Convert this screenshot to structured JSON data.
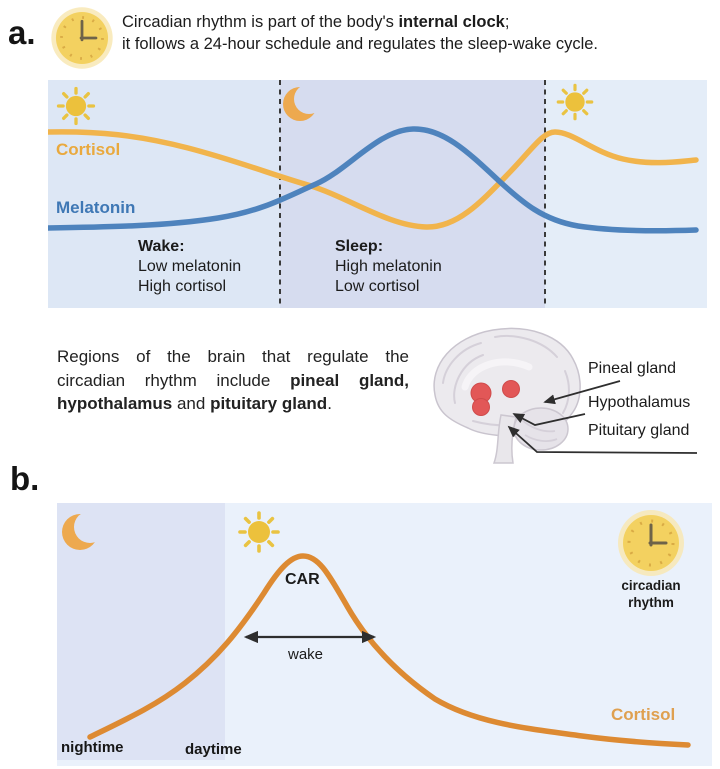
{
  "panel_a": {
    "label": "a.",
    "caption": {
      "line1_pre": "Circadian rhythm is part of the body's ",
      "line1_bold": "internal clock",
      "line1_post": ";",
      "line2": "it follows a 24-hour schedule and regulates the sleep-wake cycle."
    },
    "chart": {
      "cortisol_label": "Cortisol",
      "melatonin_label": "Melatonin",
      "wake_block": {
        "title": "Wake:",
        "line1": "Low melatonin",
        "line2": "High cortisol"
      },
      "sleep_block": {
        "title": "Sleep:",
        "line1": "High melatonin",
        "line2": "Low cortisol"
      }
    },
    "regions_text": {
      "pre": "Regions of the brain that regulate the circadian rhythm include ",
      "bold1": "pineal gland, hypothalamus",
      "mid": " and ",
      "bold2": "pituitary gland",
      "post": "."
    },
    "brain_labels": [
      "Pineal gland",
      "Hypothalamus",
      "Pituitary gland"
    ]
  },
  "panel_b": {
    "label": "b.",
    "car_label": "CAR",
    "wake_arrow_label": "wake",
    "night_label": "nightime",
    "day_label": "daytime",
    "cortisol_label": "Cortisol",
    "clock_caption": {
      "line1": "circadian",
      "line2": "rhythm"
    }
  },
  "icons": [
    "clock-icon",
    "sun-icon",
    "moon-icon"
  ],
  "colors": {
    "wake_bg_left": "#dde7f5",
    "sleep_bg": "#d6dcef",
    "wake_bg_right": "#e4edf8",
    "panel_b_bg": "#eaf1fb",
    "panel_b_night_bg": "#dde3f4",
    "cortisol_curve_a": "#f1b44c",
    "melatonin_curve": "#4e83bd",
    "cortisol_curve_b": "#dd8a32",
    "cortisol_text": "#e9a93e",
    "melatonin_text": "#3f78b5",
    "sun_yellow": "#ecc13c",
    "moon_orange": "#eda94f",
    "clock_face": "#f3d160",
    "gland_red": "#e25757",
    "dashed_line": "#3a3a3a"
  },
  "chart_data": [
    {
      "type": "line",
      "title": "Hormone levels across the sleep-wake cycle (schematic, no numeric axes)",
      "x_regions": [
        "Wake (day)",
        "Sleep (night)",
        "Wake (day)"
      ],
      "series": [
        {
          "name": "Cortisol",
          "color": "#f1b44c",
          "values_relative": [
            0.95,
            0.94,
            0.85,
            0.7,
            0.55,
            0.35,
            0.22,
            0.25,
            0.55,
            0.9,
            0.97,
            0.85,
            0.82
          ]
        },
        {
          "name": "Melatonin",
          "color": "#4e83bd",
          "values_relative": [
            0.1,
            0.11,
            0.15,
            0.28,
            0.5,
            0.85,
            1.0,
            0.92,
            0.6,
            0.3,
            0.18,
            0.12,
            0.1
          ]
        }
      ],
      "annotations": [
        "Wake: Low melatonin, High cortisol",
        "Sleep: High melatonin, Low cortisol"
      ],
      "legend_position": "labels on curves (left)",
      "grid": false
    },
    {
      "type": "line",
      "title": "Cortisol awakening response (CAR) (schematic, no numeric axes)",
      "x_regions": [
        "nightime",
        "daytime"
      ],
      "series": [
        {
          "name": "Cortisol",
          "color": "#dd8a32",
          "values_relative": [
            0.12,
            0.2,
            0.33,
            0.55,
            0.88,
            1.0,
            0.8,
            0.55,
            0.4,
            0.28,
            0.18,
            0.12,
            0.09
          ]
        }
      ],
      "annotations": [
        "CAR peak shortly after waking",
        "wake: double-headed arrow under the peak"
      ],
      "legend_position": "label on curve (right)",
      "grid": false
    }
  ]
}
